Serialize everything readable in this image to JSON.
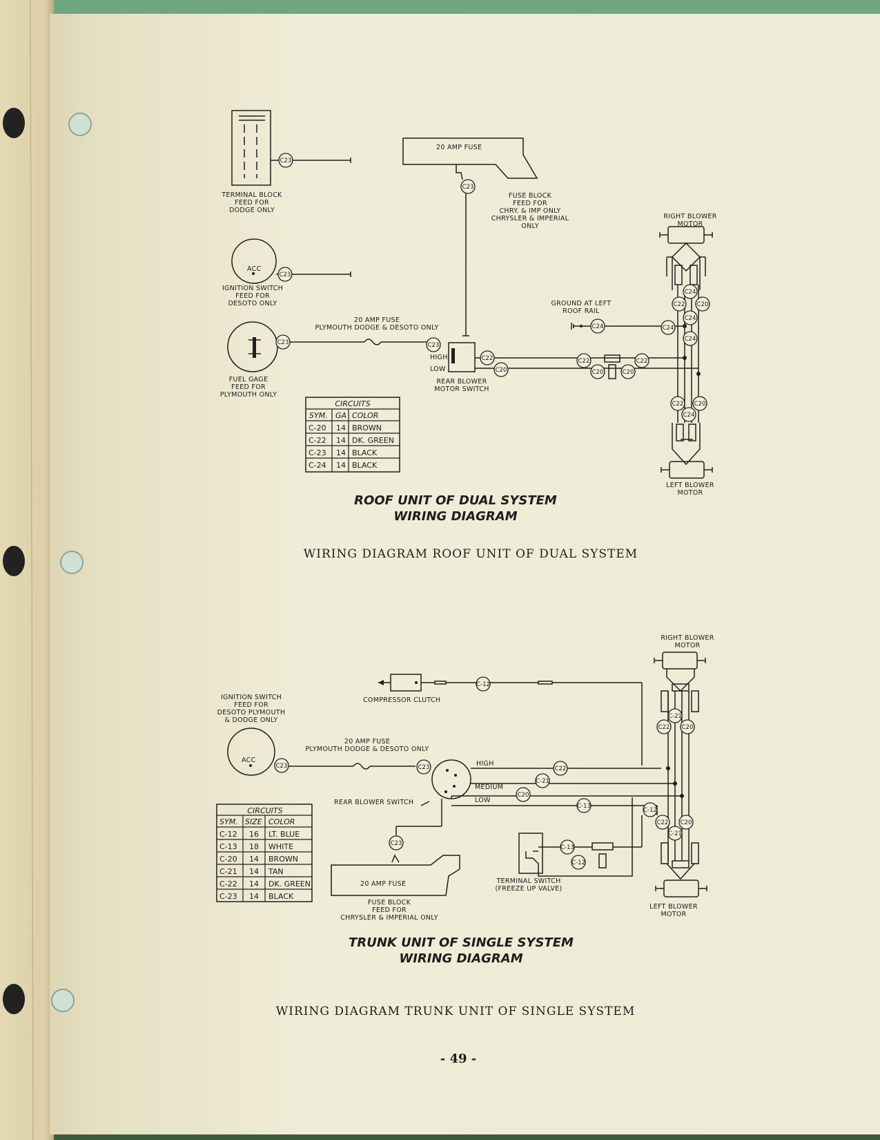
{
  "page_number": "- 49 -",
  "roof": {
    "title_line1": "ROOF UNIT OF DUAL SYSTEM",
    "title_line2": "WIRING DIAGRAM",
    "caption": "WIRING DIAGRAM ROOF UNIT OF DUAL SYSTEM",
    "terminal_block": [
      "TERMINAL BLOCK",
      "FEED FOR",
      "DODGE ONLY"
    ],
    "fuse_box_label": "20 AMP FUSE",
    "fuse_block": [
      "FUSE BLOCK",
      "FEED FOR",
      "CHRY. & IMP ONLY",
      "CHRYSLER & IMPERIAL",
      "ONLY"
    ],
    "ignition_switch": [
      "IGNITION SWITCH",
      "FEED FOR",
      "DESOTO ONLY"
    ],
    "acc_label": "ACC",
    "inline_fuse": [
      "20 AMP FUSE",
      "PLYMOUTH DODGE & DESOTO ONLY"
    ],
    "fuel_gage": [
      "FUEL GAGE",
      "FEED FOR",
      "PLYMOUTH ONLY"
    ],
    "switch_high": "HIGH",
    "switch_low": "LOW",
    "rear_blower_switch": [
      "REAR BLOWER",
      "MOTOR SWITCH"
    ],
    "ground": [
      "GROUND AT LEFT",
      "ROOF RAIL"
    ],
    "right_blower": [
      "RIGHT BLOWER",
      "MOTOR"
    ],
    "left_blower": [
      "LEFT BLOWER",
      "MOTOR"
    ],
    "connectors": [
      "C23",
      "C23",
      "C23",
      "C23",
      "C23",
      "C22",
      "C20",
      "C22",
      "C22",
      "C20",
      "C20",
      "C24",
      "C24",
      "C24",
      "C24",
      "C24",
      "C22",
      "C20",
      "C22",
      "C20",
      "C24"
    ],
    "circuits": {
      "title": "CIRCUITS",
      "headers": [
        "SYM.",
        "GA",
        "COLOR"
      ],
      "rows": [
        [
          "C-20",
          "14",
          "BROWN"
        ],
        [
          "C-22",
          "14",
          "DK. GREEN"
        ],
        [
          "C-23",
          "14",
          "BLACK"
        ],
        [
          "C-24",
          "14",
          "BLACK"
        ]
      ]
    }
  },
  "trunk": {
    "title_line1": "TRUNK UNIT OF SINGLE SYSTEM",
    "title_line2": "WIRING DIAGRAM",
    "caption": "WIRING DIAGRAM TRUNK UNIT OF SINGLE SYSTEM",
    "ignition_switch": [
      "IGNITION SWITCH",
      "FEED FOR",
      "DESOTO PLYMOUTH",
      "& DODGE ONLY"
    ],
    "acc_label": "ACC",
    "inline_fuse": [
      "20 AMP FUSE",
      "PLYMOUTH DODGE & DESOTO ONLY"
    ],
    "compressor_clutch": "COMPRESSOR CLUTCH",
    "switch_high": "HIGH",
    "switch_medium": "MEDIUM",
    "switch_low": "LOW",
    "rear_blower_switch": "REAR BLOWER SWITCH",
    "fuse_box_label": "20 AMP FUSE",
    "fuse_block": [
      "FUSE BLOCK",
      "FEED FOR",
      "CHRYSLER & IMPERIAL ONLY"
    ],
    "terminal_switch": [
      "TERMINAL SWITCH",
      "(FREEZE UP VALVE)"
    ],
    "right_blower": [
      "RIGHT BLOWER",
      "MOTOR"
    ],
    "left_blower": [
      "LEFT BLOWER",
      "MOTOR"
    ],
    "connectors": [
      "C-12",
      "C23",
      "C23",
      "C23",
      "C22",
      "C-21",
      "C20",
      "C-13",
      "C-12",
      "C-13",
      "C-12",
      "C-21",
      "C22",
      "C20",
      "C22",
      "C20",
      "C-21"
    ],
    "circuits": {
      "title": "CIRCUITS",
      "headers": [
        "SYM.",
        "SIZE",
        "COLOR"
      ],
      "rows": [
        [
          "C-12",
          "16",
          "LT. BLUE"
        ],
        [
          "C-13",
          "18",
          "WHITE"
        ],
        [
          "C-20",
          "14",
          "BROWN"
        ],
        [
          "C-21",
          "14",
          "TAN"
        ],
        [
          "C-22",
          "14",
          "DK. GREEN"
        ],
        [
          "C-23",
          "14",
          "BLACK"
        ]
      ]
    }
  }
}
